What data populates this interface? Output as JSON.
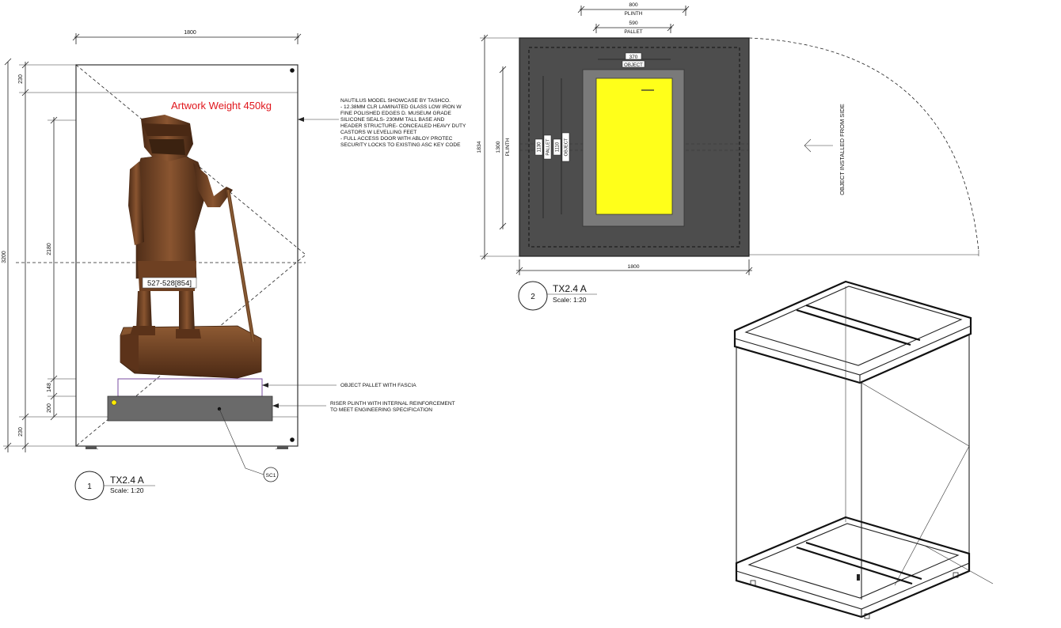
{
  "elevation": {
    "weight_label": "Artwork Weight 450kg",
    "dims": {
      "overall_width": "1800",
      "overall_height": "3200",
      "glass_height": "2180",
      "top_header": "230",
      "pallet_height": "148",
      "plinth_height": "200",
      "base_height": "230"
    },
    "object_tag": "527-528[854]",
    "notes": [
      "NAUTILUS MODEL SHOWCASE BY TASHCO.",
      "- 12.38MM CLR LAMINATED GLASS LOW IRON W",
      "FINE POLISHED EDGES D. MUSEUM GRADE",
      "SILICONE SEALS- 230MM TALL BASE AND",
      "HEADER STRUCTURE- CONCEALED HEAVY DUTY",
      "CASTORS W LEVELLING FEET",
      "- FULL ACCESS DOOR WITH ABLOY PROTEC",
      "SECURITY LOCKS TO EXISTING ASC KEY CODE"
    ],
    "pallet_note": "OBJECT PALLET WITH FASCIA",
    "plinth_note": [
      "RISER PLINTH WITH INTERNAL REINFORCEMENT",
      "TO MEET ENGINEERING SPECIFICATION"
    ],
    "sc_tag": "SC1",
    "view_number": "1",
    "view_ref": "TX2.4 A",
    "scale": "Scale: 1:20"
  },
  "plan": {
    "plinth_width": "800",
    "plinth_label": "PLINTH",
    "pallet_width": "590",
    "pallet_label": "PALLET",
    "object_width": "370",
    "object_label": "OBJECT",
    "overall_depth": "1834",
    "plinth_depth": "1300",
    "pallet_depth": "1130",
    "object_depth": "1110",
    "overall_width": "1800",
    "install_note": "OBJECT INSTALLED FROM SIDE",
    "view_number": "2",
    "view_ref": "TX2.4 A",
    "scale": "Scale: 1:20",
    "colors": {
      "plinth": "#4d4d4d",
      "pallet": "#7a7a7a",
      "object": "#ffff1a"
    }
  }
}
